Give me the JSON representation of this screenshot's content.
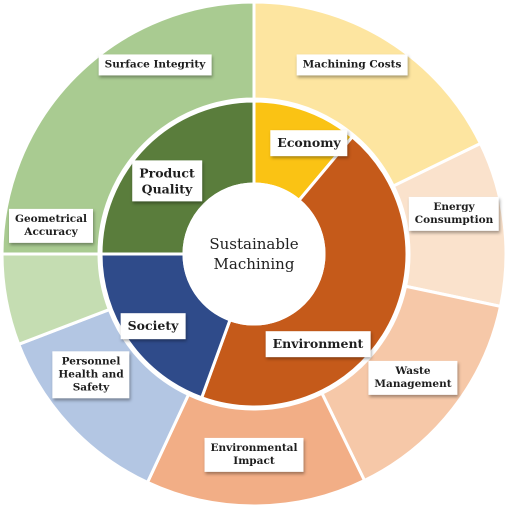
{
  "center": {
    "label": "Sustainable\nMachining",
    "color": "#ffffff"
  },
  "inner_ring": [
    {
      "id": "product-quality",
      "label": "Product\nQuality",
      "color": "#5a7d3c"
    },
    {
      "id": "economy",
      "label": "Economy",
      "color": "#fac314"
    },
    {
      "id": "environment",
      "label": "Environment",
      "color": "#c55a1a"
    },
    {
      "id": "society",
      "label": "Society",
      "color": "#2f4b8a"
    }
  ],
  "outer_ring": [
    {
      "id": "surface-integrity",
      "label": "Surface Integrity",
      "color": "#a9cb91"
    },
    {
      "id": "machining-costs",
      "label": "Machining Costs",
      "color": "#fde5a0"
    },
    {
      "id": "energy-consumption",
      "label": "Energy\nConsumption",
      "color": "#fae2cc"
    },
    {
      "id": "waste-management",
      "label": "Waste\nManagement",
      "color": "#f6c8a8"
    },
    {
      "id": "environmental-impact",
      "label": "Environmental\nImpact",
      "color": "#f2ae86"
    },
    {
      "id": "personnel-health-and-safety",
      "label": "Personnel\nHealth and\nSafety",
      "color": "#b3c6e3"
    },
    {
      "id": "geometrical-accuracy",
      "label": "Geometrical\nAccuracy",
      "color": "#c5ddb2"
    }
  ]
}
